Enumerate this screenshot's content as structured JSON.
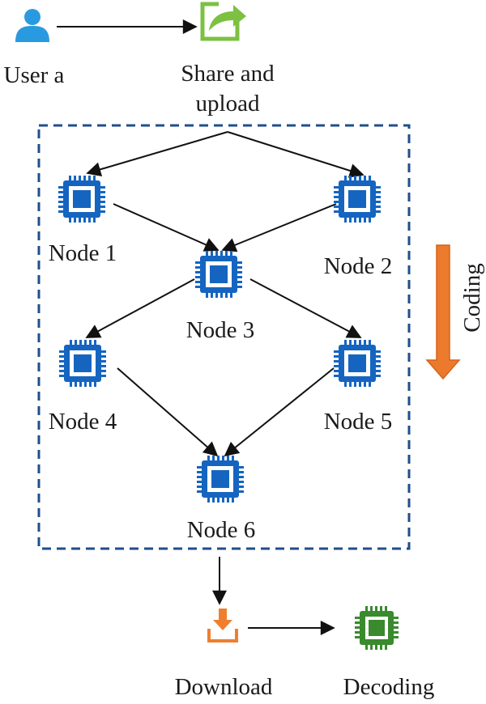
{
  "labels": {
    "user": "User a",
    "share_line1": "Share and",
    "share_line2": "upload",
    "coding": "Coding",
    "download": "Download",
    "decoding": "Decoding"
  },
  "nodes": [
    {
      "id": "n1",
      "label": "Node 1"
    },
    {
      "id": "n2",
      "label": "Node 2"
    },
    {
      "id": "n3",
      "label": "Node 3"
    },
    {
      "id": "n4",
      "label": "Node 4"
    },
    {
      "id": "n5",
      "label": "Node 5"
    },
    {
      "id": "n6",
      "label": "Node 6"
    }
  ],
  "edges": [
    [
      "n1",
      "n3"
    ],
    [
      "n2",
      "n3"
    ],
    [
      "n3",
      "n4"
    ],
    [
      "n3",
      "n5"
    ],
    [
      "n4",
      "n6"
    ],
    [
      "n5",
      "n6"
    ]
  ],
  "icons": {
    "user": "user-icon",
    "share": "share-upload-icon",
    "node": "chip-icon",
    "download": "download-icon",
    "decoding": "decoding-chip-icon"
  },
  "colors": {
    "chip_blue": "#1565c0",
    "user_blue": "#2a9ae0",
    "share_green": "#7cc142",
    "decode_green": "#3a8a2e",
    "download_orange": "#ef7f2e",
    "coding_orange": "#ec7a2c",
    "border_blue": "#1f4e8c",
    "arrow": "#111111"
  }
}
